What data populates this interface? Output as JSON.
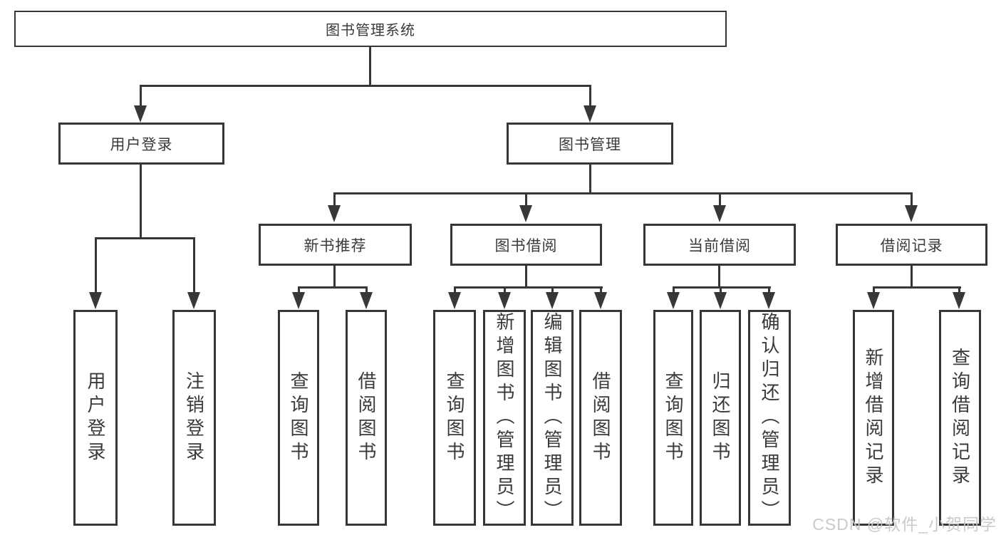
{
  "diagram": {
    "colors": {
      "line": "#373737",
      "box_background": "#ffffff",
      "text": "#3a3a3a",
      "watermark": "#c9c6c4"
    },
    "tree": {
      "root": {
        "label": "图书管理系统"
      },
      "children": [
        {
          "label": "用户登录",
          "children": [
            {
              "label": "用户登录"
            },
            {
              "label": "注销登录"
            }
          ]
        },
        {
          "label": "图书管理",
          "children": [
            {
              "label": "新书推荐",
              "children": [
                {
                  "label": "查询图书"
                },
                {
                  "label": "借阅图书"
                }
              ]
            },
            {
              "label": "图书借阅",
              "children": [
                {
                  "label": "查询图书"
                },
                {
                  "label": "新增图书（管理员）"
                },
                {
                  "label": "编辑图书（管理员）"
                },
                {
                  "label": "借阅图书"
                }
              ]
            },
            {
              "label": "当前借阅",
              "children": [
                {
                  "label": "查询图书"
                },
                {
                  "label": "归还图书"
                },
                {
                  "label": "确认归还（管理员）"
                }
              ]
            },
            {
              "label": "借阅记录",
              "children": [
                {
                  "label": "新增借阅记录"
                },
                {
                  "label": "查询借阅记录"
                }
              ]
            }
          ]
        }
      ]
    },
    "watermark": {
      "text": "CSDN @软件_小贺同学"
    }
  }
}
